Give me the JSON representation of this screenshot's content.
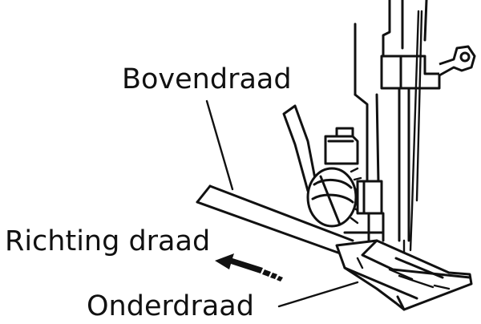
{
  "labels": {
    "upper_thread": "Bovendraad",
    "thread_direction": "Richting draad",
    "lower_thread": "Onderdraad"
  },
  "colors": {
    "ink": "#111111",
    "background": "#ffffff"
  }
}
